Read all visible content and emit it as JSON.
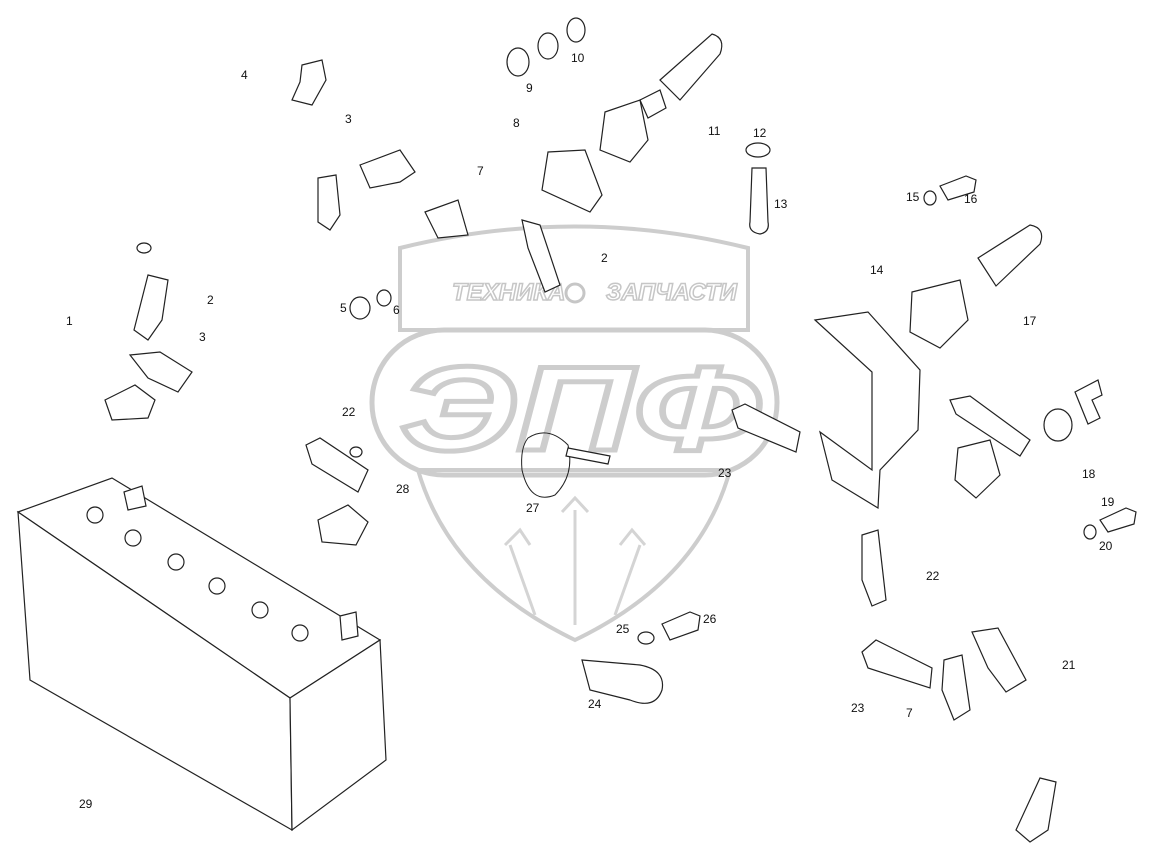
{
  "watermark": {
    "top_left": "ТЕХНИКА",
    "top_right": "ЗАПЧАСТИ",
    "big": "ЭПФ",
    "color": "#c8c8c8"
  },
  "callouts": [
    {
      "id": "c4",
      "text": "4"
    },
    {
      "id": "c3a",
      "text": "3"
    },
    {
      "id": "c9",
      "text": "9"
    },
    {
      "id": "c10",
      "text": "10"
    },
    {
      "id": "c8",
      "text": "8"
    },
    {
      "id": "c11",
      "text": "11"
    },
    {
      "id": "c12",
      "text": "12"
    },
    {
      "id": "c13",
      "text": "13"
    },
    {
      "id": "c7a",
      "text": "7"
    },
    {
      "id": "c15",
      "text": "15"
    },
    {
      "id": "c16",
      "text": "16"
    },
    {
      "id": "c2a",
      "text": "2"
    },
    {
      "id": "c14",
      "text": "14"
    },
    {
      "id": "c2b",
      "text": "2"
    },
    {
      "id": "c1",
      "text": "1"
    },
    {
      "id": "c3b",
      "text": "3"
    },
    {
      "id": "c5",
      "text": "5"
    },
    {
      "id": "c6",
      "text": "6"
    },
    {
      "id": "c17",
      "text": "17"
    },
    {
      "id": "c22a",
      "text": "22"
    },
    {
      "id": "c18",
      "text": "18"
    },
    {
      "id": "c23a",
      "text": "23"
    },
    {
      "id": "c28",
      "text": "28"
    },
    {
      "id": "c27",
      "text": "27"
    },
    {
      "id": "c19",
      "text": "19"
    },
    {
      "id": "c20",
      "text": "20"
    },
    {
      "id": "c22b",
      "text": "22"
    },
    {
      "id": "c25",
      "text": "25"
    },
    {
      "id": "c26",
      "text": "26"
    },
    {
      "id": "c21",
      "text": "21"
    },
    {
      "id": "c24",
      "text": "24"
    },
    {
      "id": "c23b",
      "text": "23"
    },
    {
      "id": "c7b",
      "text": "7"
    },
    {
      "id": "c29",
      "text": "29"
    }
  ]
}
